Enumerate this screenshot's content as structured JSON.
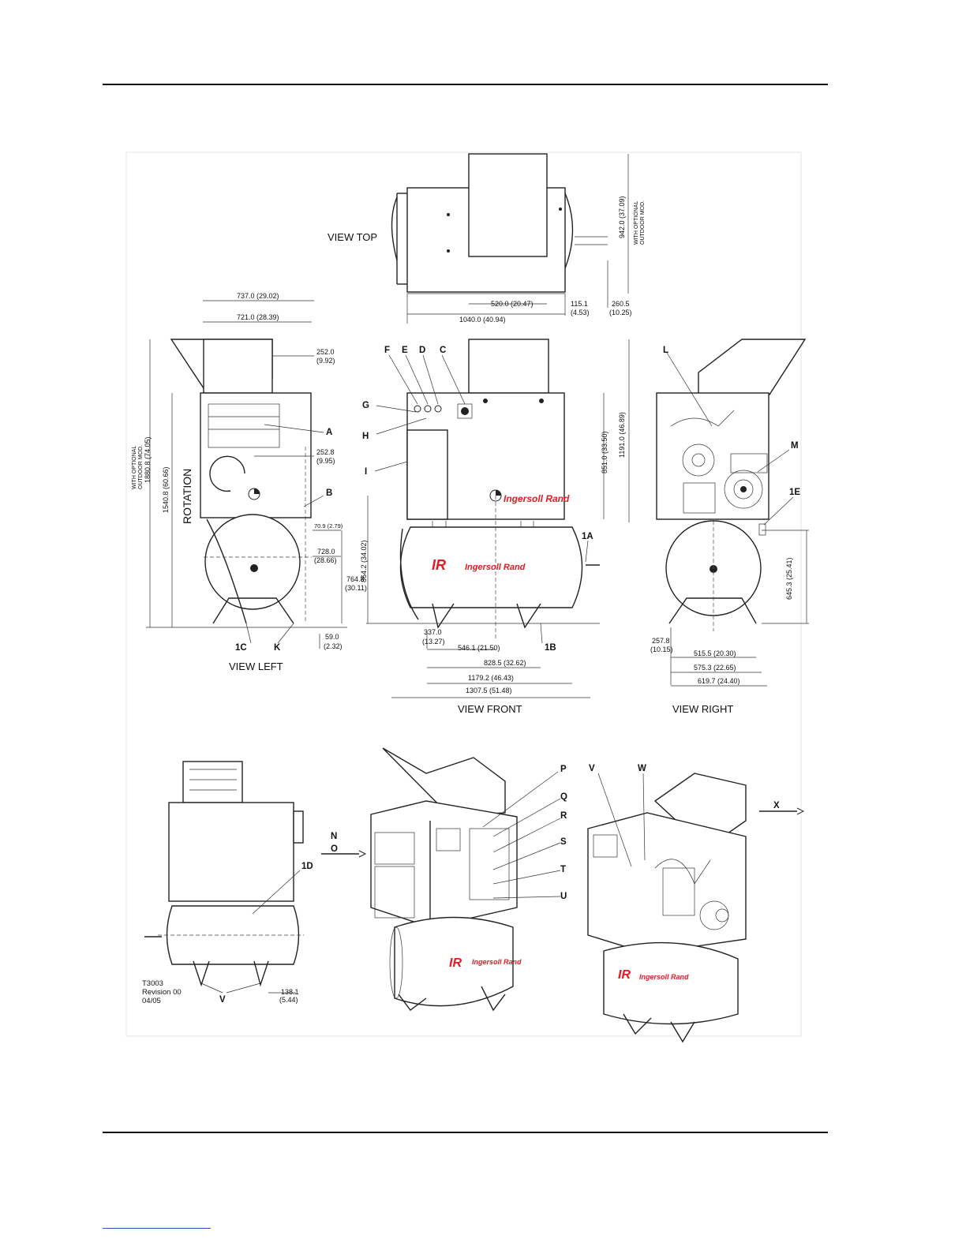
{
  "views": {
    "top": "VIEW TOP",
    "left": "VIEW LEFT",
    "front": "VIEW FRONT",
    "right": "VIEW RIGHT"
  },
  "top_dims": {
    "d942": "942.0  (37.09)",
    "opt1": "WITH OPTIONAL",
    "opt2": "OUTDOOR MOD.",
    "d520": "520.0  (20.47)",
    "d115a": "115.1",
    "d115b": "(4.53)",
    "d260a": "260.5",
    "d260b": "(10.25)",
    "d1040": "1040.0  (40.94)"
  },
  "left_dims": {
    "d737": "737.0  (29.02)",
    "d721": "721.0  (28.39)",
    "d252a": "252.0",
    "d252b": "(9.92)",
    "d252c": "252.8",
    "d252d": "(9.95)",
    "d709": "70.9  (2.79)",
    "d728a": "728.0",
    "d728b": "(28.66)",
    "d764a": "764.8",
    "d764b": "(30.11)",
    "d59a": "59.0",
    "d59b": "(2.32)",
    "d1540": "1540.8  (60.66)",
    "opt1": "WITH OPTIONAL",
    "opt2": "OUTDOOR MOD.",
    "d1880": "1880.8  (74.05)",
    "rotation": "ROTATION"
  },
  "front_dims": {
    "d851": "851.0  (33.50)",
    "d1191": "1191.0  (46.89)",
    "d864": "864.2  (34.02)",
    "d337a": "337.0",
    "d337b": "(13.27)",
    "d546": "546.1  (21.50)",
    "d828": "828.5  (32.62)",
    "d1179": "1179.2  (46.43)",
    "d1307": "1307.5  (51.48)"
  },
  "right_dims": {
    "d645": "645.3  (25.41)",
    "d257a": "257.8",
    "d257b": "(10.15)",
    "d515": "515.5  (20.30)",
    "d575": "575.3  (22.65)",
    "d619": "619.7  (24.40)"
  },
  "bottom_dims": {
    "d138a": "138.1",
    "d138b": "(5.44)"
  },
  "callouts": {
    "A": "A",
    "B": "B",
    "C": "C",
    "D": "D",
    "E": "E",
    "F": "F",
    "G": "G",
    "H": "H",
    "I": "I",
    "K": "K",
    "L": "L",
    "M": "M",
    "N": "N",
    "O": "O",
    "P": "P",
    "Q": "Q",
    "R": "R",
    "S": "S",
    "T": "T",
    "U": "U",
    "V": "V",
    "W": "W",
    "X": "X",
    "c1A": "1A",
    "c1B": "1B",
    "c1C": "1C",
    "c1D": "1D",
    "c1E": "1E"
  },
  "brand": {
    "ir": "IR",
    "name": "Ingersoll Rand"
  },
  "revision": {
    "line1": "T3003",
    "line2": "Revision 00",
    "line3": "04/05"
  }
}
